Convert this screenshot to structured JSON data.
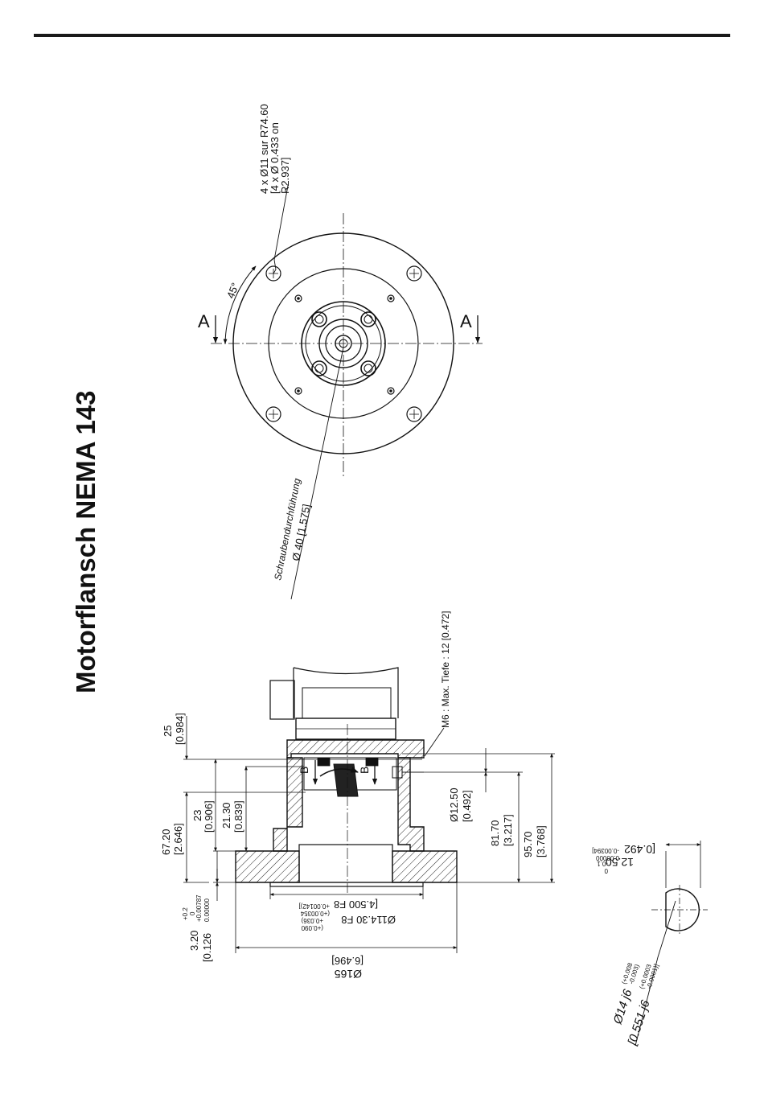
{
  "title": "Motorflansch NEMA 143",
  "front_view": {
    "hole_callout": [
      "4 x Ø11 sur R74.60",
      "[4 x Ø 0.433 on",
      "R2.937]"
    ],
    "angle": "45°",
    "section_label": "A",
    "bore_callout": [
      "Schraubendurchführung",
      "Ø 40 [1.575]"
    ]
  },
  "side_view": {
    "thread_note": "M6 : Max. Tiefe : 12 [0.472]",
    "section_label": "B",
    "dims_left": {
      "d25": [
        "25",
        "[0.984]"
      ],
      "d67_20": [
        "67.20",
        "[2.646]"
      ],
      "d23": [
        "23",
        "[0.906]"
      ],
      "d21_30": [
        "21.30",
        "[0.839]"
      ],
      "d3_20": [
        "3.20",
        "+0.2",
        "0",
        "[0.126",
        "+0.00787",
        "0.00000"
      ]
    },
    "dims_right": {
      "d12_50": [
        "Ø12.50",
        "[0.492]"
      ],
      "d81_70": [
        "81.70",
        "[3.217]"
      ],
      "d95_70": [
        "95.70",
        "[3.768]"
      ]
    },
    "dims_bottom": {
      "d114": [
        "Ø114.30 F8",
        "(+0.090",
        "+0.036)",
        "[4.500 F8",
        "(+0.00354",
        "+0.00142)]"
      ],
      "d165": [
        "Ø165",
        "[6.496]"
      ]
    }
  },
  "shaft_view": {
    "key_dim": [
      "12.50",
      "0",
      "-0.1",
      "[0.492",
      "0.00000",
      "-0.00394]"
    ],
    "shaft_dim": [
      "Ø14 j6",
      "(+0.008",
      "-0.003)",
      "[0.551 j6",
      "(+0.0003",
      "-0.0001)]"
    ]
  }
}
